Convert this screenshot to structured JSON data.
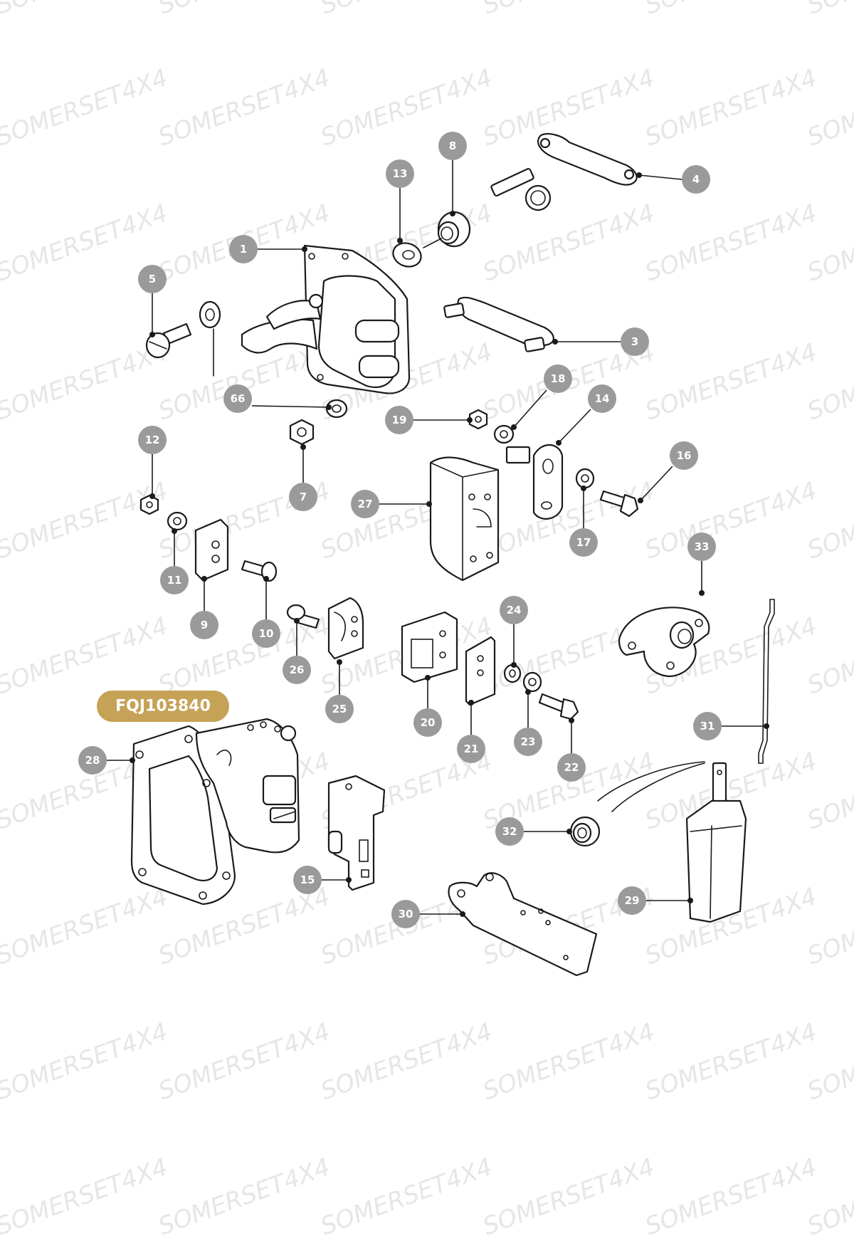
{
  "watermark": "SOMERSET4X4",
  "part_number": "FQJ103840",
  "colors": {
    "callout": "#9a9a9a",
    "part_number_badge": "#c5a256",
    "line": "#1a1a1a"
  },
  "callouts": [
    "1",
    "3",
    "4",
    "5",
    "7",
    "8",
    "9",
    "10",
    "11",
    "12",
    "13",
    "14",
    "15",
    "16",
    "17",
    "18",
    "19",
    "20",
    "21",
    "22",
    "23",
    "24",
    "25",
    "26",
    "27",
    "28",
    "29",
    "30",
    "31",
    "32",
    "33",
    "66"
  ]
}
